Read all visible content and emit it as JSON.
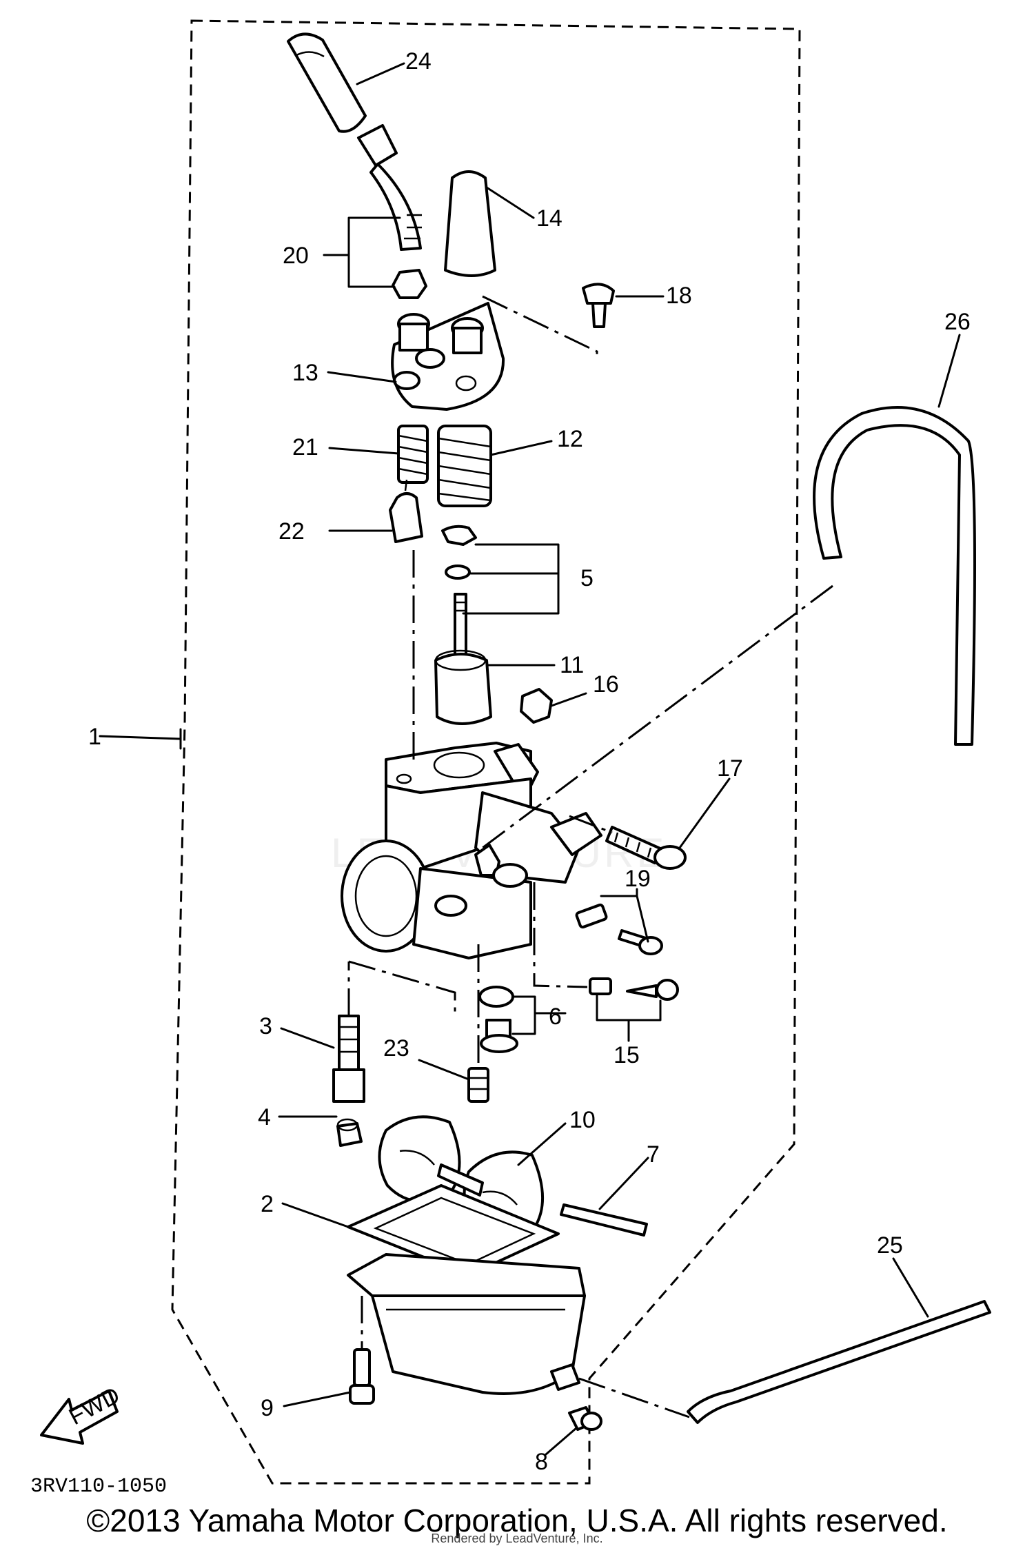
{
  "diagram": {
    "drawing_code": "3RV110-1050",
    "watermark": "LEADVENTURE",
    "fwd_label": "FWD",
    "callouts": [
      "1",
      "2",
      "3",
      "4",
      "5",
      "6",
      "7",
      "8",
      "9",
      "10",
      "11",
      "12",
      "13",
      "14",
      "15",
      "16",
      "17",
      "18",
      "19",
      "20",
      "21",
      "22",
      "23",
      "24",
      "25",
      "26"
    ]
  },
  "footer": {
    "copyright": "©2013 Yamaha Motor Corporation, U.S.A. All rights reserved.",
    "rendered_by": "Rendered by LeadVenture, Inc."
  }
}
